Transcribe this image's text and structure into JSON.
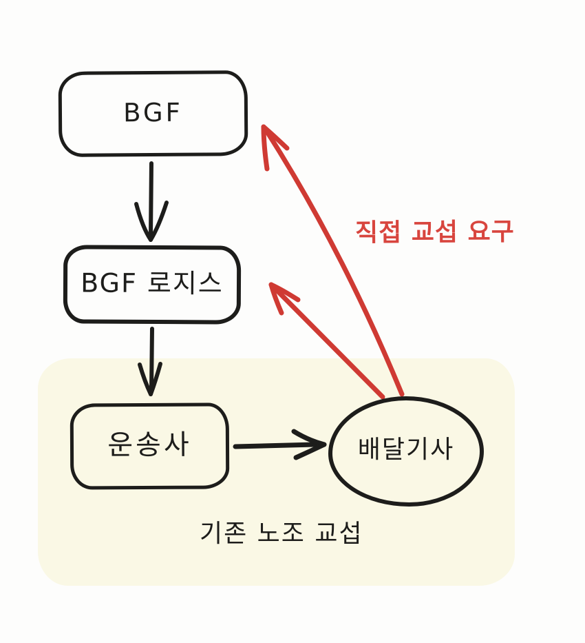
{
  "colors": {
    "page": "#fdfdfc",
    "ink": "#1d1d1b",
    "red-arrow": "#cf3a33",
    "red-label": "#d8453e",
    "zone": "#faf8e5"
  },
  "diagram": {
    "nodes": {
      "bgf": {
        "label": "BGF",
        "shape": "rounded-rect"
      },
      "logis": {
        "label": "BGF 로지스",
        "shape": "rounded-rect"
      },
      "carrier": {
        "label": "운송사",
        "shape": "rounded-rect"
      },
      "driver": {
        "label": "배달기사",
        "shape": "ellipse"
      }
    },
    "annotations": {
      "direct_negotiation": {
        "label": "직접 교섭 요구",
        "color": "#d8453e"
      },
      "existing_union": {
        "label": "기존 노조 교섭",
        "color": "#1d1d1b"
      }
    },
    "edges": [
      {
        "from": "bgf",
        "to": "logis",
        "color": "black"
      },
      {
        "from": "logis",
        "to": "carrier",
        "color": "black"
      },
      {
        "from": "carrier",
        "to": "driver",
        "color": "black"
      },
      {
        "from": "driver",
        "to": "bgf",
        "color": "red"
      },
      {
        "from": "driver",
        "to": "logis",
        "color": "red"
      }
    ]
  }
}
